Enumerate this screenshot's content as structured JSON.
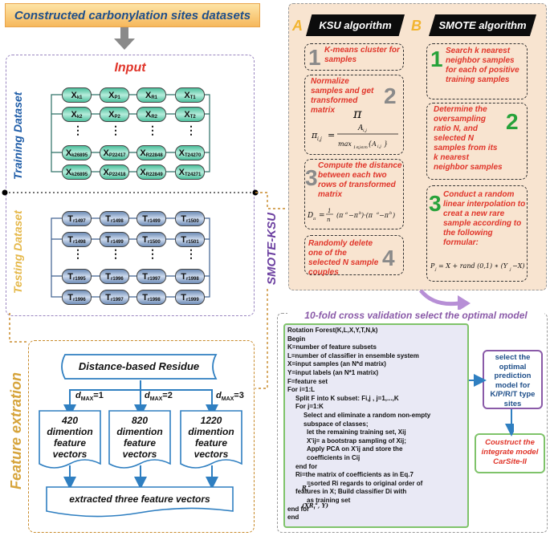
{
  "title": "Constructed  carbonylation sites datasets",
  "input": {
    "label": "Input",
    "training_label": "Training Dataset",
    "testing_label": "Testing Dataset",
    "train_rows": [
      [
        "X",
        "k1",
        "X",
        "P1",
        "X",
        "R1",
        "X",
        "T1"
      ],
      [
        "X",
        "k2",
        "X",
        "P2",
        "X",
        "R2",
        "X",
        "T2"
      ],
      [
        "X",
        "k26895",
        "X",
        "P22417",
        "X",
        "R22848",
        "X",
        "T24270"
      ],
      [
        "X",
        "k26895",
        "X",
        "P22418",
        "X",
        "R22849",
        "X",
        "T24271"
      ]
    ],
    "test_rows": [
      [
        "T",
        "r1497",
        "T",
        "r1498",
        "T",
        "r1499",
        "T",
        "r1500"
      ],
      [
        "T",
        "r1498",
        "T",
        "r1499",
        "T",
        "r1500",
        "T",
        "r1501"
      ],
      [
        "T",
        "r1995",
        "T",
        "r1996",
        "T",
        "r1997",
        "T",
        "r1998"
      ],
      [
        "T",
        "r1996",
        "T",
        "r1997",
        "T",
        "r1998",
        "T",
        "r1999"
      ]
    ],
    "dots": "⋮"
  },
  "feature": {
    "side_label": "Feature extration",
    "dbr": "Distance-based Residue",
    "dmax_prefix": "d",
    "dmax_sub": "MAX",
    "dmax_values": [
      "=1",
      "=2",
      "=3"
    ],
    "vectors": [
      "420 dimention feature vectors",
      "820 dimention feature vectors",
      "1220 dimention feature vectors"
    ],
    "extracted": "extracted three feature vectors"
  },
  "smote_ksu_label": "SMOTE-KSU",
  "ksu": {
    "letter": "A",
    "banner": "KSU algorithm",
    "steps": [
      {
        "num": "1",
        "text": "K-means cluster for samples"
      },
      {
        "num": "2",
        "text": "Normalize samples and get transformed matrix"
      },
      {
        "num": "3",
        "text": "Compute the distance between each two rows of transformed matrix"
      },
      {
        "num": "4",
        "text": "Randomly delete one of the selected N sample couples"
      }
    ],
    "pi": "π"
  },
  "smote": {
    "letter": "B",
    "banner": "SMOTE algorithm",
    "steps": [
      {
        "num": "1",
        "text": "Search k nearest neighbor samples for each of positive training samples"
      },
      {
        "num": "2",
        "text": "Determine the oversampling ratio N, and selected N samples from its k nearest neighbor samples"
      },
      {
        "num": "3",
        "text": "Conduct a random linear interpolation to creat a new rare sample according to the following formular:"
      }
    ]
  },
  "cv": {
    "title": "10-fold cross validation select the optimal model",
    "code_lines": [
      "Rotation Forest(K,L,X,Y,T,N,k)",
      "Begin",
      "K=number of feature subsets",
      "L=number of classifier in ensemble system",
      "X=input samples (an N*d matrix)",
      "Y=input labels (an N*1 matrix)",
      "F=feature set",
      "For i=1:L",
      "Split F into K subset: Fi,j , j=1,...,K",
      "For j=1:K",
      "Select and eliminate a random non-empty",
      "subspace of classes;",
      "let the remaining training set, Xij",
      "X'ij= a bootstrap sampling of Xij;",
      "Apply PCA on X'ij  and store the",
      "coefficients in Cij",
      "end  for",
      "Ri=the matrix of coefficients as in Eq.7",
      "=sorted Ri regards to original order of",
      "features in X; Build classifier Di with",
      "as training set",
      "end for",
      "end"
    ],
    "select_box": "select the optimal prediction model for K/P/R/T type sites",
    "construct_box": "Coustruct the integrate model CarSite-II"
  },
  "colors": {
    "accent_orange": "#f6b85c",
    "red_text": "#e0352a",
    "green_num": "#27a23a",
    "blue_arrow": "#2f7fc1",
    "code_bg": "#e9e9f5",
    "code_border": "#7fc36a"
  }
}
